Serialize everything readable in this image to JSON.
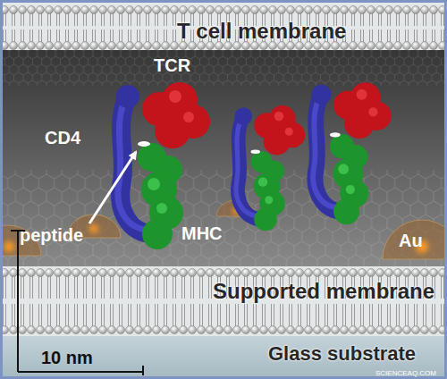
{
  "diagram": {
    "nodes": [
      {
        "text": [
          "T cell membrane"
        ]
      },
      {
        "text": [
          "Supported membrane"
        ]
      },
      {
        "text": [
          "Glass substrate"
        ]
      }
    ],
    "labels": [
      "TCR",
      "CD4",
      "peptide",
      "MHC",
      "Au",
      "10 nm",
      "SCIENCEAQ.COM"
    ]
  }
}
